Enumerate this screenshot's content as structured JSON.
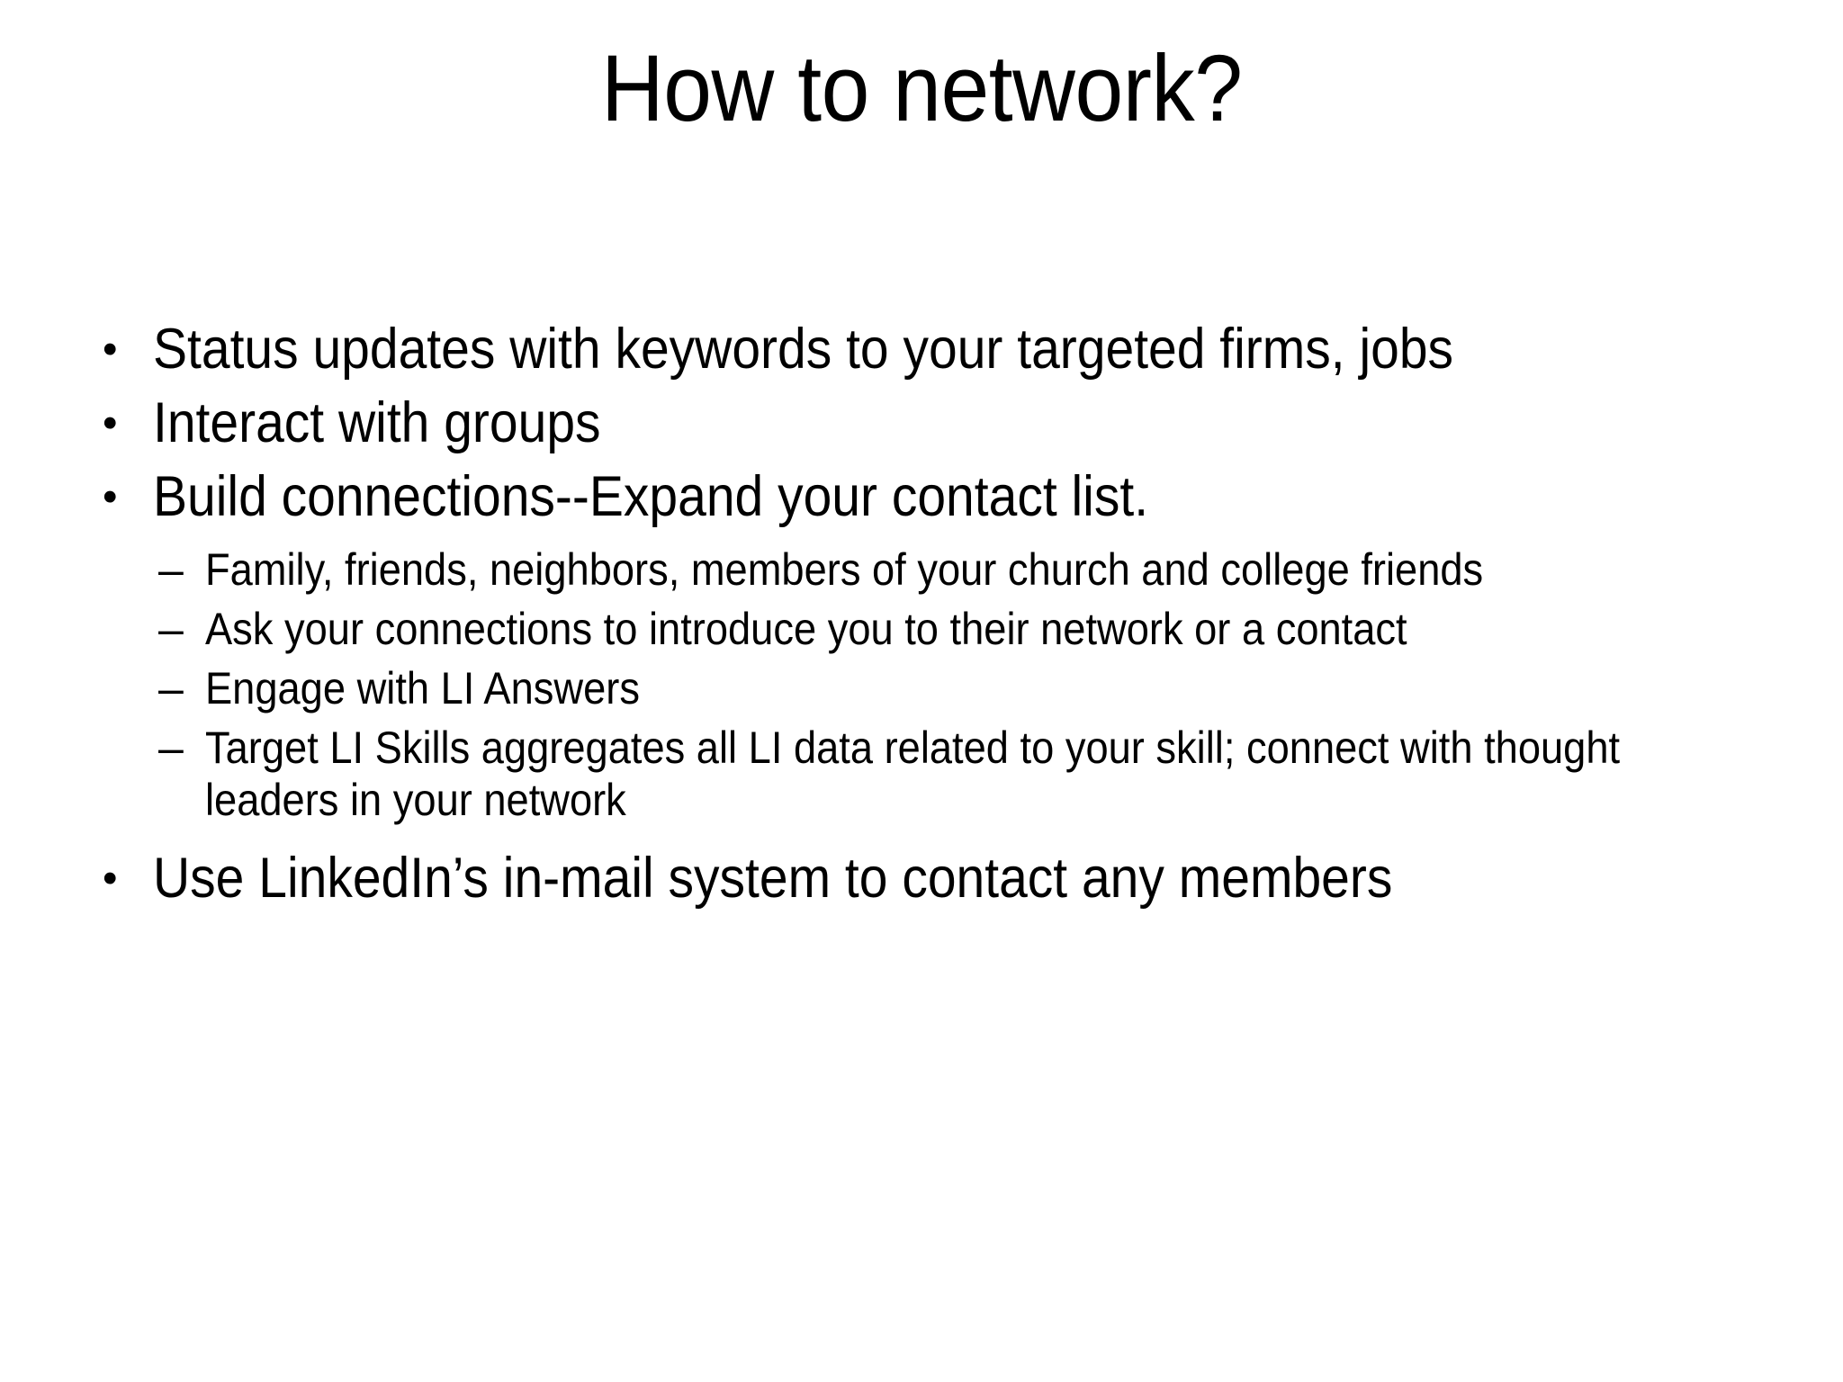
{
  "slide": {
    "title": "How to network?",
    "background_color": "#FFFFFF",
    "text_color": "#000000",
    "bullet_marker_level1": "•",
    "bullet_marker_level2": "–",
    "content": [
      {
        "level": 1,
        "text": "Status updates with keywords to your targeted firms, jobs"
      },
      {
        "level": 1,
        "text": "Interact with groups"
      },
      {
        "level": 1,
        "text": "Build connections--Expand your contact list."
      },
      {
        "level": 2,
        "text": "Family, friends, neighbors, members of your church and college friends"
      },
      {
        "level": 2,
        "text": "Ask your connections to introduce you to their network or a contact"
      },
      {
        "level": 2,
        "text": "Engage with LI Answers"
      },
      {
        "level": 2,
        "text": "Target LI Skills aggregates all LI data related to your skill; connect with thought leaders in your network"
      },
      {
        "level": 1,
        "text": "Use LinkedIn’s in-mail system to contact any members"
      }
    ]
  }
}
